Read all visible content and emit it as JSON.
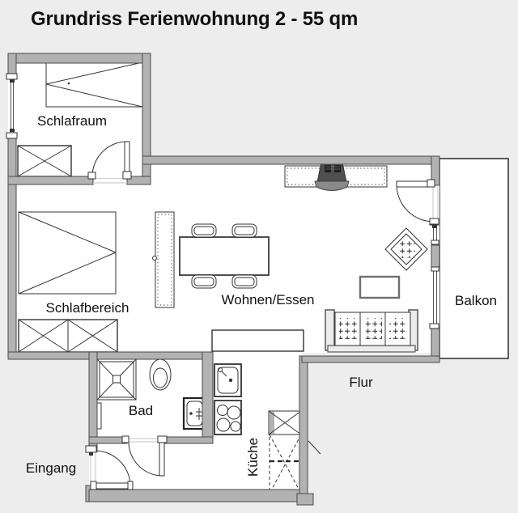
{
  "title": "Grundriss Ferienwohnung 2 - 55 qm",
  "labels": {
    "schlafraum": "Schlafraum",
    "schlafbereich": "Schlafbereich",
    "wohnen_essen": "Wohnen/Essen",
    "balkon": "Balkon",
    "flur": "Flur",
    "bad": "Bad",
    "kueche": "Küche",
    "eingang": "Eingang"
  },
  "colors": {
    "background": "#ededed",
    "room_fill": "#ffffff",
    "wall_fill": "#b2b2b2",
    "wall_outline": "#4a4a4a",
    "text": "#111111",
    "tv_body": "#4f4f4f",
    "tv_base": "#8a8a8a"
  }
}
